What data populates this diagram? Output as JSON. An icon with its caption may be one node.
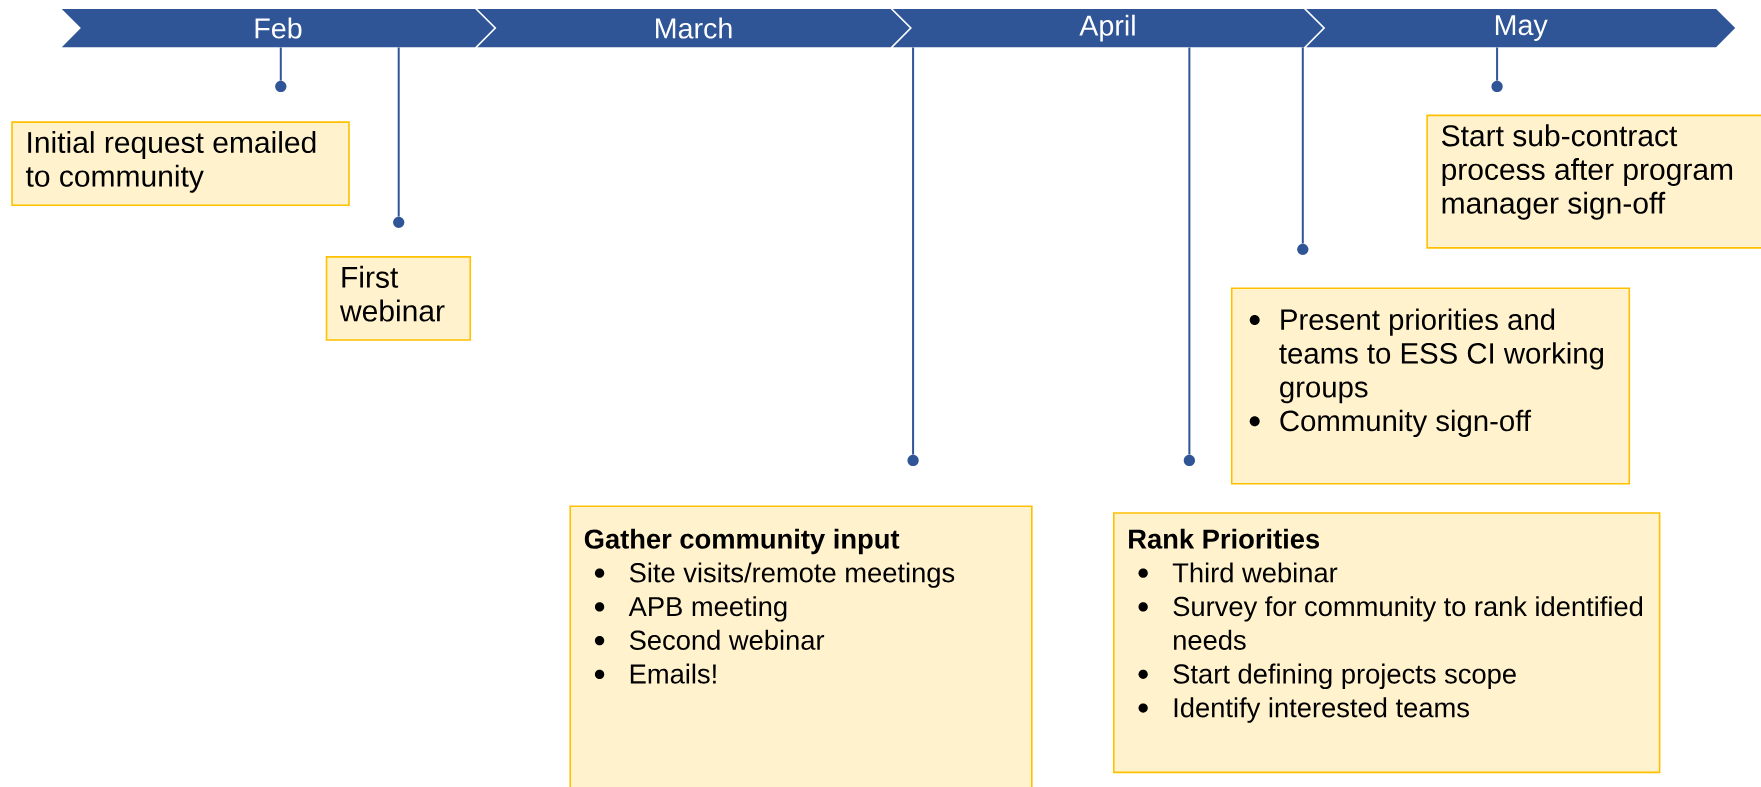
{
  "diagram": {
    "nodes": [
      {
        "text": [
          "Feb"
        ]
      },
      {
        "text": [
          "March"
        ]
      },
      {
        "text": [
          "April"
        ]
      },
      {
        "text": [
          "May"
        ]
      },
      {
        "text": [
          "Initial request emailed to community"
        ]
      },
      {
        "text": [
          "First webinar"
        ]
      },
      {
        "text": [
          "Gather community input",
          "Site visits/remote meetings",
          "APB meeting",
          "Second webinar",
          "Emails!"
        ]
      },
      {
        "text": [
          "Rank Priorities",
          "Third webinar",
          "Survey for community to rank identified needs",
          "Start defining projects scope",
          "Identify interested teams"
        ]
      },
      {
        "text": [
          "Present priorities and teams to ESS CI working groups",
          "Community sign-off"
        ]
      },
      {
        "text": [
          "Start sub-contract process after program manager sign-off"
        ]
      },
      {
        "text": [],
        "shape": "circle"
      },
      {
        "text": [],
        "shape": "circle"
      },
      {
        "text": [],
        "shape": "circle"
      },
      {
        "text": [],
        "shape": "circle"
      },
      {
        "text": [],
        "shape": "circle"
      },
      {
        "text": [],
        "shape": "circle"
      }
    ],
    "edges": [
      {
        "from": 0,
        "to": 10,
        "arrow": "none"
      },
      {
        "from": 0,
        "to": 11,
        "arrow": "none"
      },
      {
        "from": 2,
        "to": 12,
        "arrow": "none"
      },
      {
        "from": 2,
        "to": 13,
        "arrow": "none"
      },
      {
        "from": 2,
        "to": 14,
        "arrow": "none"
      },
      {
        "from": 3,
        "to": 15,
        "arrow": "none"
      }
    ]
  }
}
